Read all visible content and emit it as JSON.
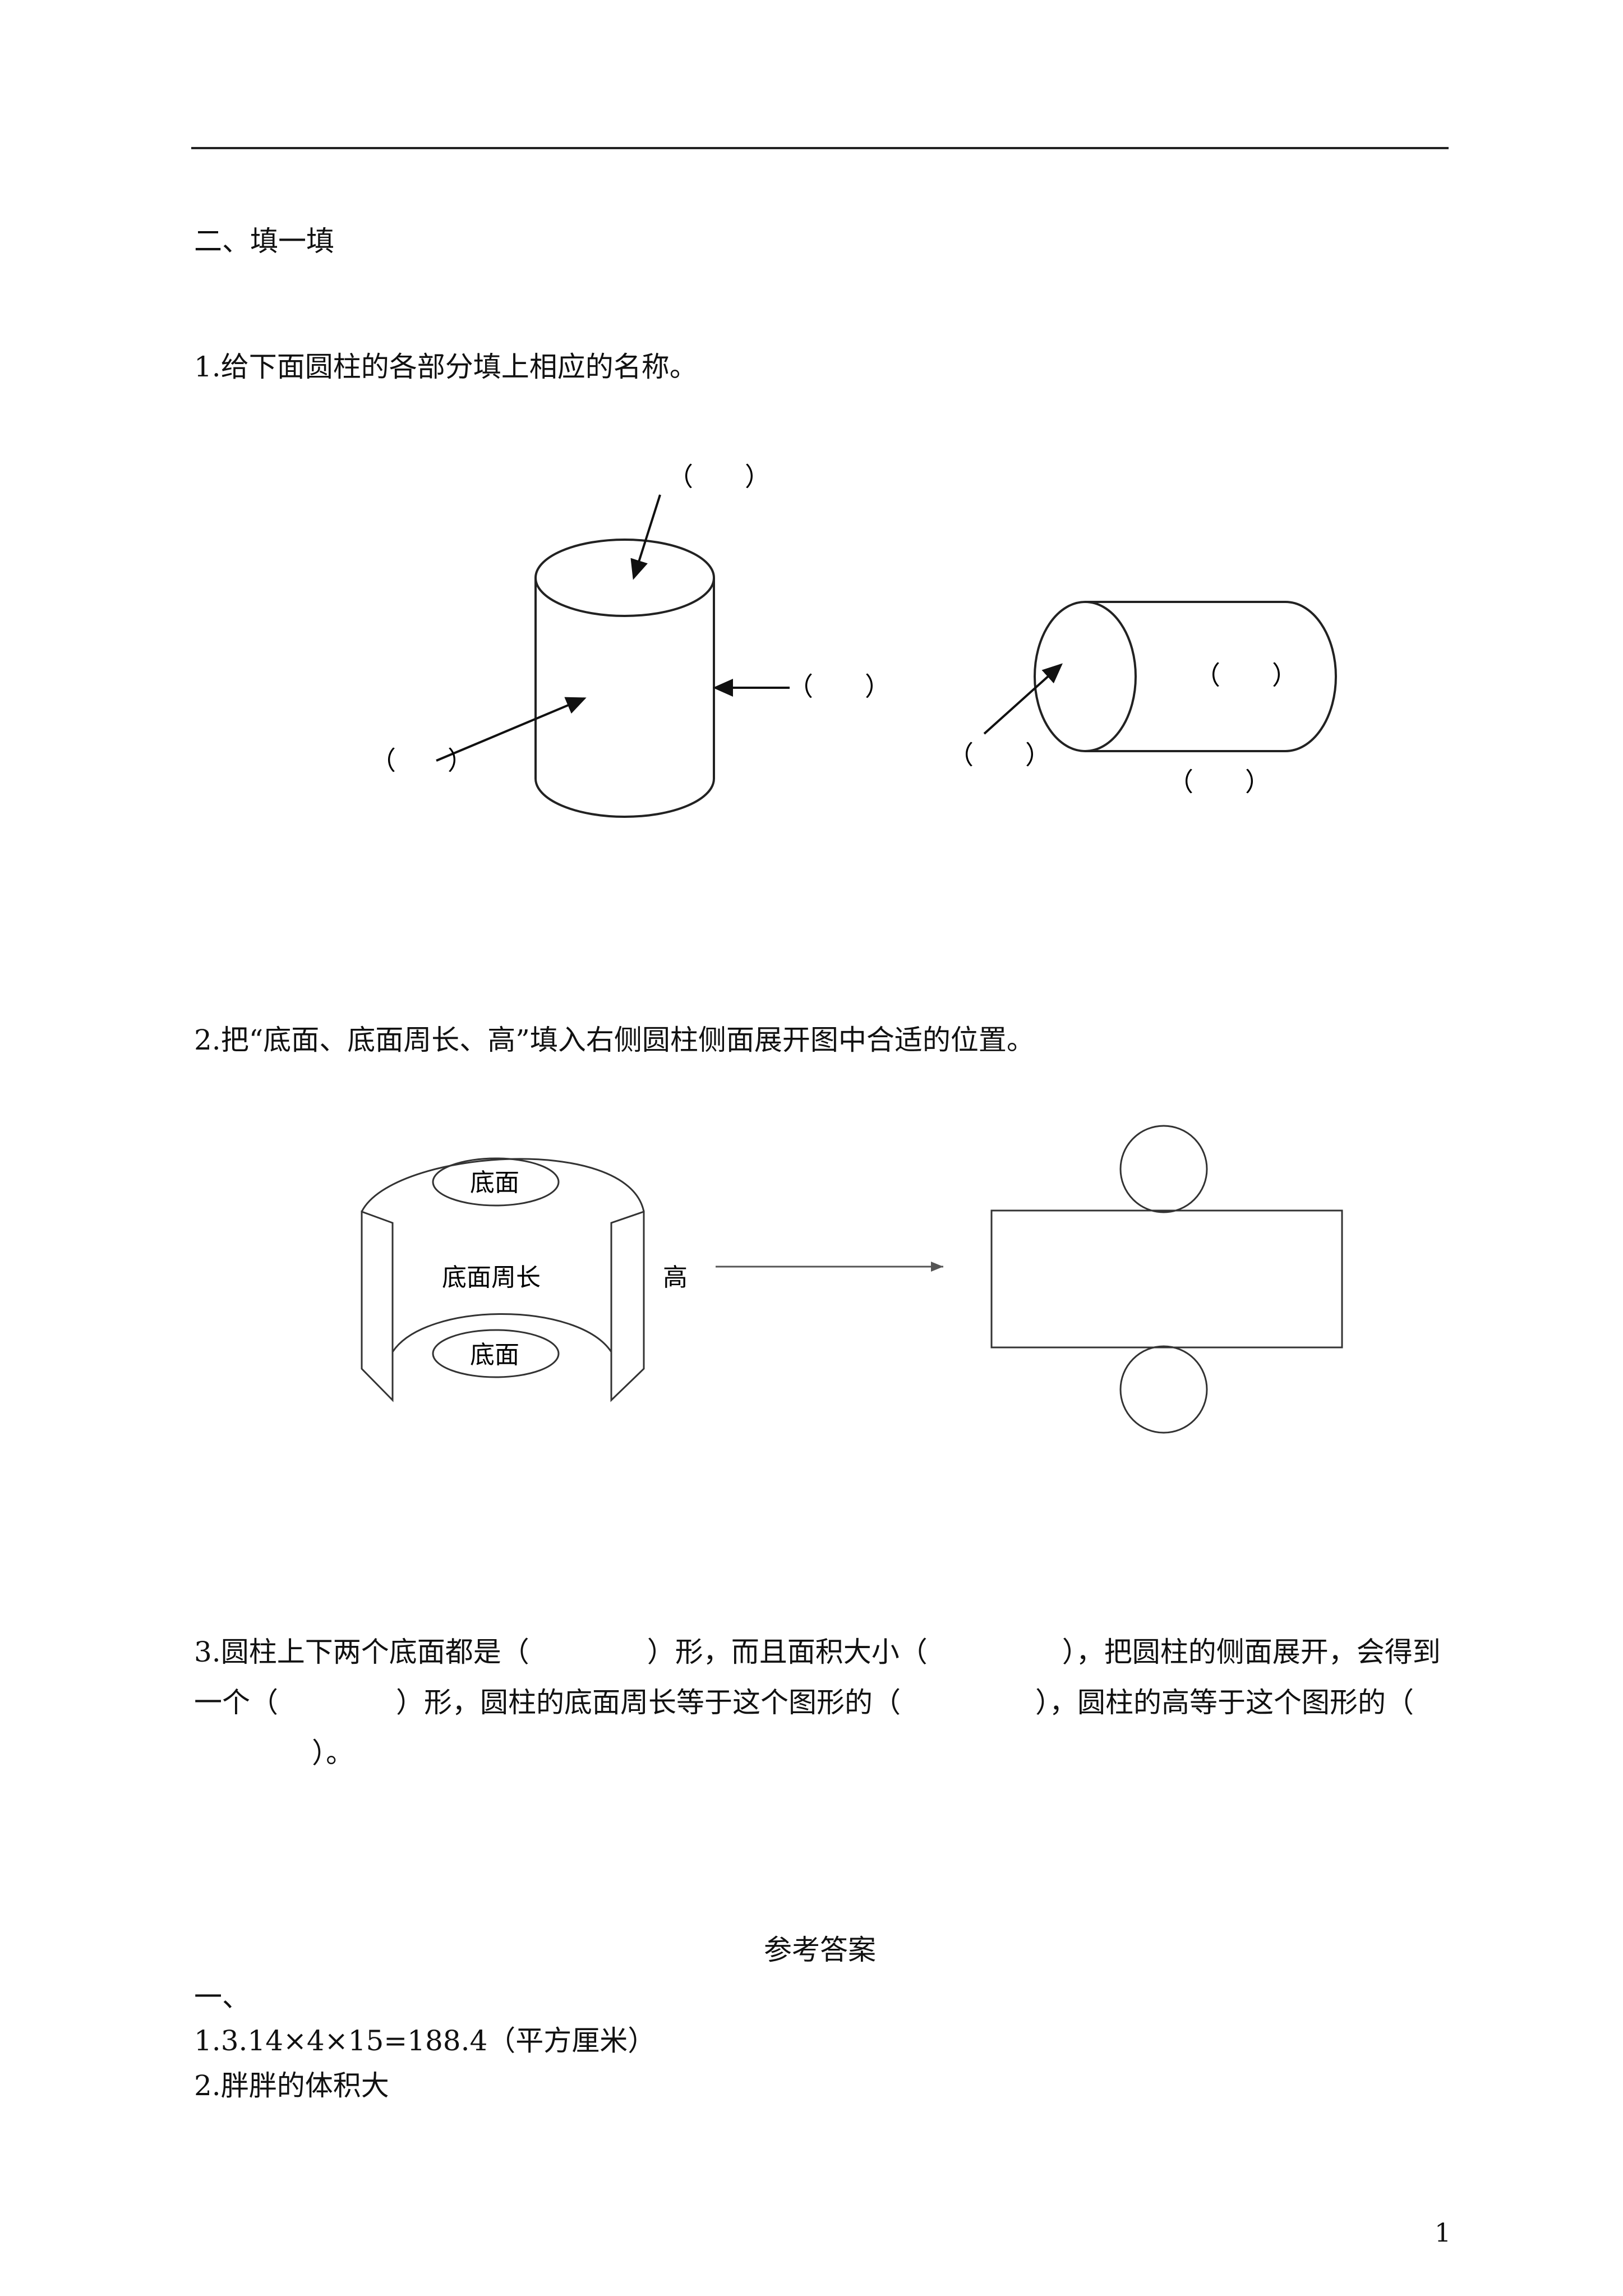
{
  "section_title": "二、填一填",
  "q1": {
    "text": "1.给下面圆柱的各部分填上相应的名称。",
    "blank": "（　　）"
  },
  "q2": {
    "text": "2.把“底面、底面周长、高”填入右侧圆柱侧面展开图中合适的位置。",
    "label_base": "底面",
    "label_perimeter": "底面周长",
    "label_height": "高"
  },
  "q3": {
    "part1": "3.圆柱上下两个底面都是（",
    "part2": "）形，而且面积大小（",
    "part3": "），把圆柱的侧面展开，会得到一个（",
    "part4": "）形，圆柱的底面周长等于这个图形的（",
    "part5": "），圆柱的高等于这个图形的（",
    "part6": "）。"
  },
  "answers": {
    "title": "参考答案",
    "heading": "一、",
    "line1": "1.3.14×4×15=188.4（平方厘米）",
    "line2": "2.胖胖的体积大"
  },
  "page_number": "1"
}
